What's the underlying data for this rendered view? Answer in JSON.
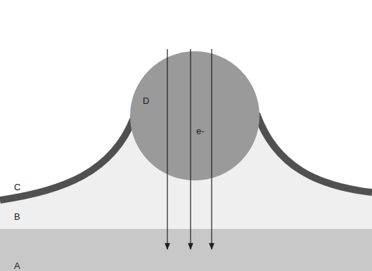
{
  "diagram": {
    "nodes": [
      {
        "text": [
          "D"
        ]
      },
      {
        "text": [
          "B"
        ]
      },
      {
        "text": [
          "A"
        ]
      }
    ],
    "labels": [
      "e-",
      "C"
    ]
  }
}
